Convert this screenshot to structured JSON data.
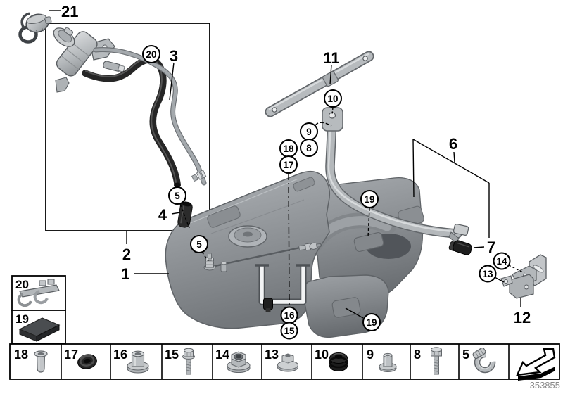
{
  "callouts": {
    "c1": "1",
    "c2": "2",
    "c3": "3",
    "c4": "4",
    "c5a": "5",
    "c5b": "5",
    "c6": "6",
    "c7": "7",
    "c8": "8",
    "c9": "9",
    "c10": "10",
    "c11": "11",
    "c12": "12",
    "c13": "13",
    "c14": "14",
    "c15": "15",
    "c16": "16",
    "c17": "17",
    "c18": "18",
    "c19a": "19",
    "c19b": "19",
    "c20": "20",
    "c21": "21"
  },
  "legend": {
    "left": [
      {
        "label": "20",
        "icon": "pipe-clip"
      },
      {
        "label": "19",
        "icon": "damper-pad"
      }
    ],
    "row": [
      {
        "label": "18",
        "icon": "blind-rivet-nut"
      },
      {
        "label": "17",
        "icon": "rubber-grommet"
      },
      {
        "label": "16",
        "icon": "spacer-bushing"
      },
      {
        "label": "15",
        "icon": "flange-bolt"
      },
      {
        "label": "14",
        "icon": "flange-nut"
      },
      {
        "label": "13",
        "icon": "collar-nut"
      },
      {
        "label": "10",
        "icon": "rubber-buffer"
      },
      {
        "label": "9",
        "icon": "bushing"
      },
      {
        "label": "8",
        "icon": "hex-bolt"
      },
      {
        "label": "5",
        "icon": "hose-clamp"
      },
      {
        "label": "",
        "icon": "direction-arrow"
      }
    ]
  },
  "footer": {
    "diagram_number": "353855"
  },
  "colors": {
    "background": "#ffffff",
    "line": "#000000",
    "part_light": "#c3c6c9",
    "part_mid": "#9a9ea2",
    "part_dark": "#7d8185",
    "rubber_black": "#222222",
    "footer_text": "#8a8a8a"
  }
}
